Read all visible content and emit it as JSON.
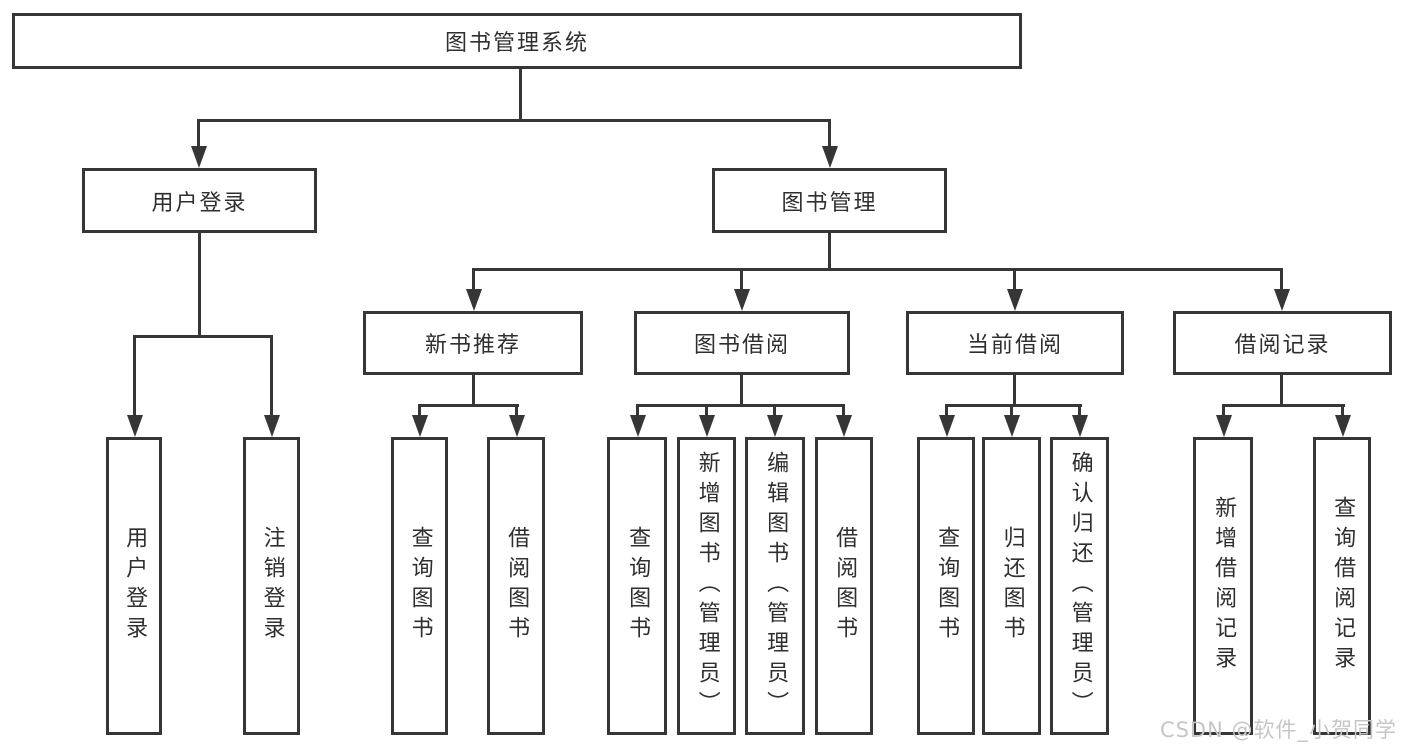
{
  "diagram": {
    "type": "tree",
    "root": {
      "label": "图书管理系统",
      "children": [
        {
          "label": "用户登录",
          "children": [
            {
              "label": "用户登录"
            },
            {
              "label": "注销登录"
            }
          ]
        },
        {
          "label": "图书管理",
          "children": [
            {
              "label": "新书推荐",
              "children": [
                {
                  "label": "查询图书"
                },
                {
                  "label": "借阅图书"
                }
              ]
            },
            {
              "label": "图书借阅",
              "children": [
                {
                  "label": "查询图书"
                },
                {
                  "label": "新增图书（管理员）"
                },
                {
                  "label": "编辑图书（管理员）"
                },
                {
                  "label": "借阅图书"
                }
              ]
            },
            {
              "label": "当前借阅",
              "children": [
                {
                  "label": "查询图书"
                },
                {
                  "label": "归还图书"
                },
                {
                  "label": "确认归还（管理员）"
                }
              ]
            },
            {
              "label": "借阅记录",
              "children": [
                {
                  "label": "新增借阅记录"
                },
                {
                  "label": "查询借阅记录"
                }
              ]
            }
          ]
        }
      ]
    }
  },
  "watermark": {
    "text": "CSDN @软件_小贺同学",
    "color": "#c6c6c6"
  },
  "colors": {
    "line": "#363636",
    "box_border": "#363636",
    "text": "#2f2f2f",
    "background": "#ffffff"
  }
}
